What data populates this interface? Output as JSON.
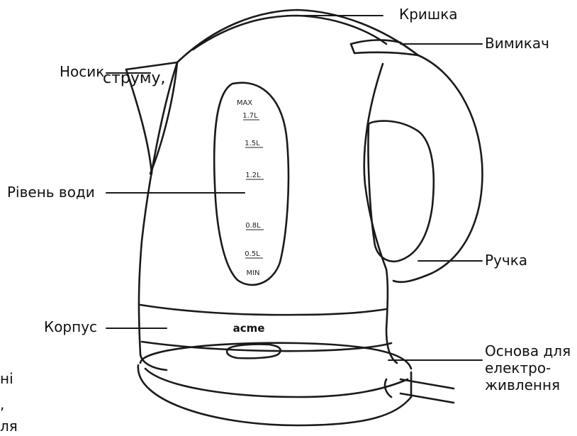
{
  "labels": {
    "lid": "Кришка",
    "switch": "Вимикач",
    "spout": "Носик",
    "water_level": "Рівень води",
    "handle": "Ручка",
    "body": "Корпус",
    "base": [
      "Основа для",
      "електро-",
      "живлення"
    ]
  },
  "scale": {
    "max": "MAX",
    "marks": [
      "1.7L",
      "1.5L",
      "1.2L",
      "0.8L",
      "0.5L"
    ],
    "min": "MIN"
  },
  "brand": "acme",
  "cut_text": {
    "top": "струму,",
    "left_lines": [
      "ні",
      ",",
      "ля"
    ]
  }
}
